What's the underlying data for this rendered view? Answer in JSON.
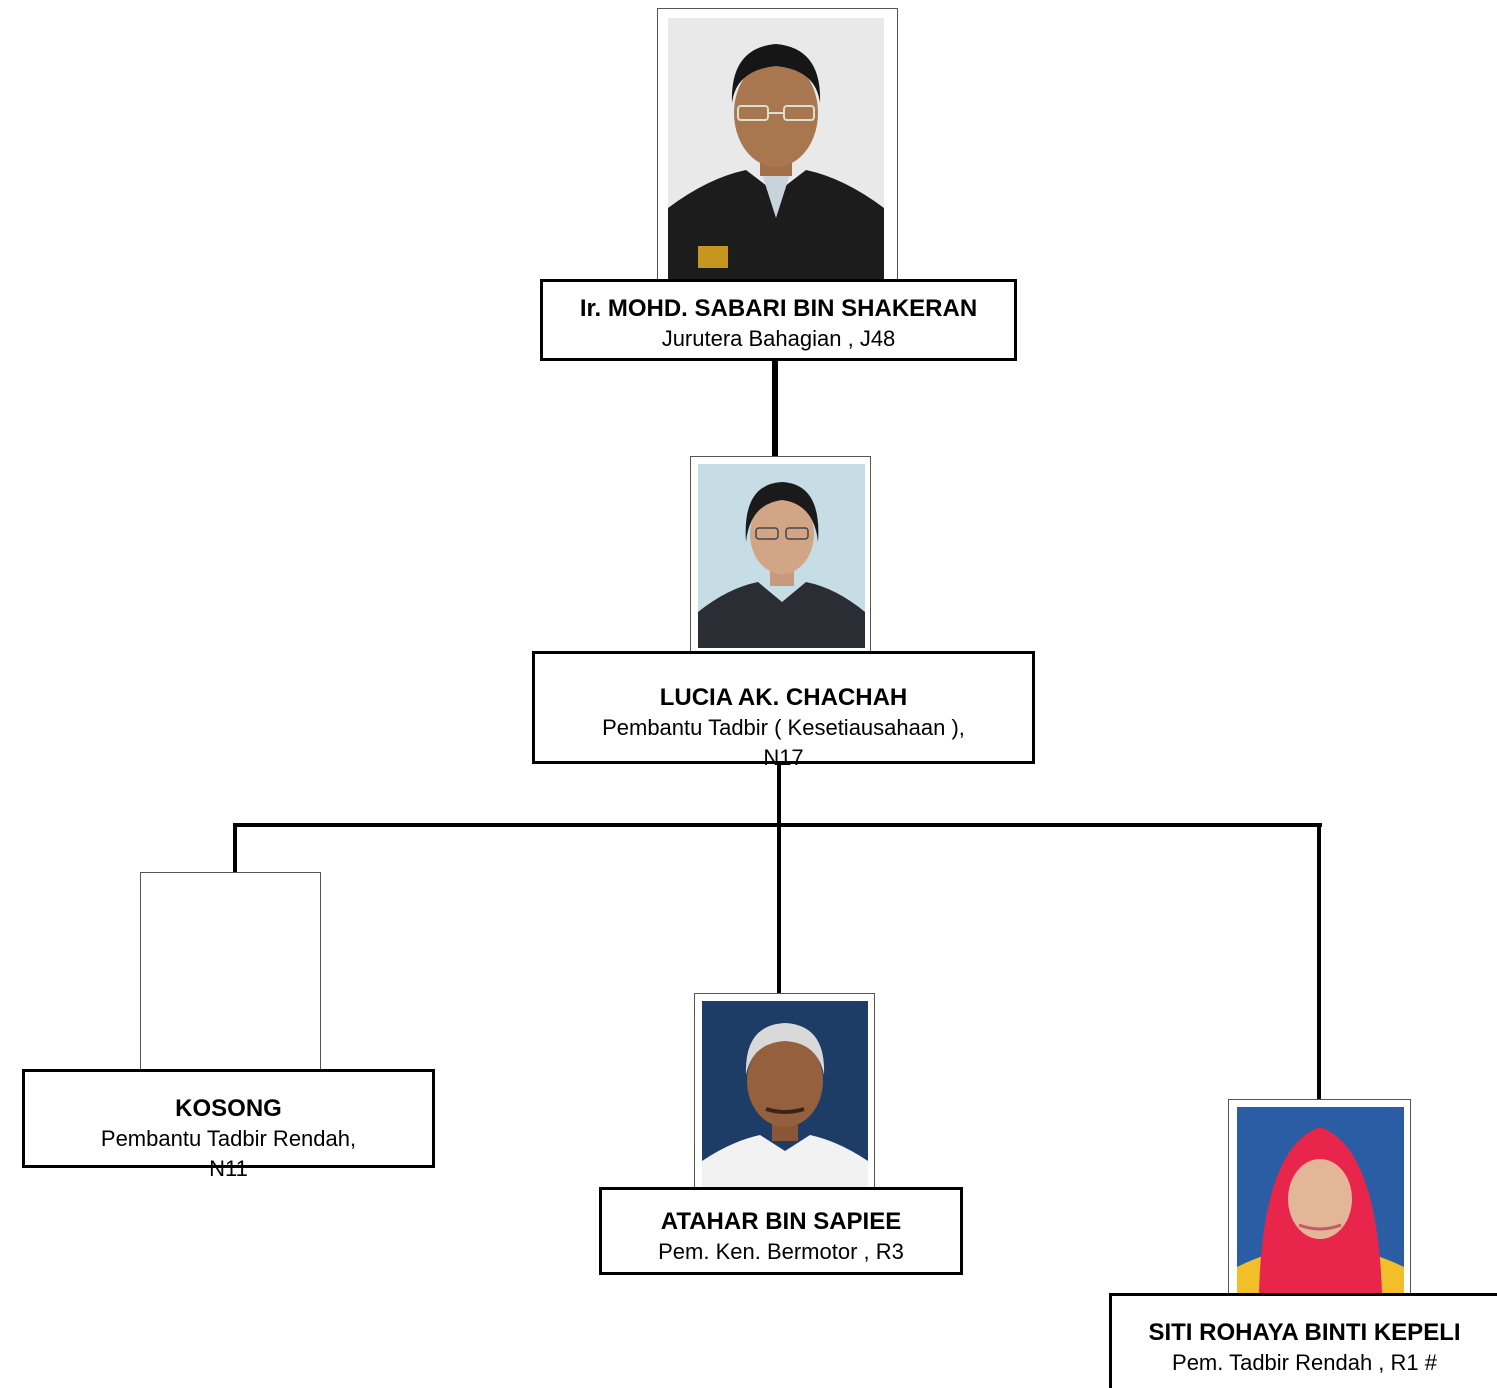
{
  "chart": {
    "people": [
      {
        "id": "p1",
        "name": "Ir. MOHD. SABARI BIN SHAKERAN",
        "title": "Jurutera Bahagian , J48",
        "photo": "male-officer-portrait"
      },
      {
        "id": "p2",
        "name": "LUCIA AK. CHACHAH",
        "title": "Pembantu Tadbir ( Kesetiausahaan ), N17",
        "photo": "female-staff-portrait"
      },
      {
        "id": "p3",
        "name": "KOSONG",
        "title": "Pembantu Tadbir Rendah, N11",
        "photo": "empty-photo-placeholder"
      },
      {
        "id": "p4",
        "name": "ATAHAR BIN SAPIEE",
        "title": "Pem. Ken. Bermotor , R3",
        "photo": "male-driver-portrait"
      },
      {
        "id": "p5",
        "name": "SITI ROHAYA BINTI KEPELI",
        "title": "Pem. Tadbir Rendah , R1 #",
        "photo": "female-hijab-portrait"
      }
    ],
    "colors": {
      "line": "#000000",
      "box_border": "#000000",
      "photo_bg_grey": "#e9e9e9",
      "photo_bg_light_blue": "#c6dde6",
      "photo_bg_navy": "#1d3c66",
      "photo_bg_blue": "#2a5da3",
      "hijab_red": "#e8264c"
    }
  }
}
